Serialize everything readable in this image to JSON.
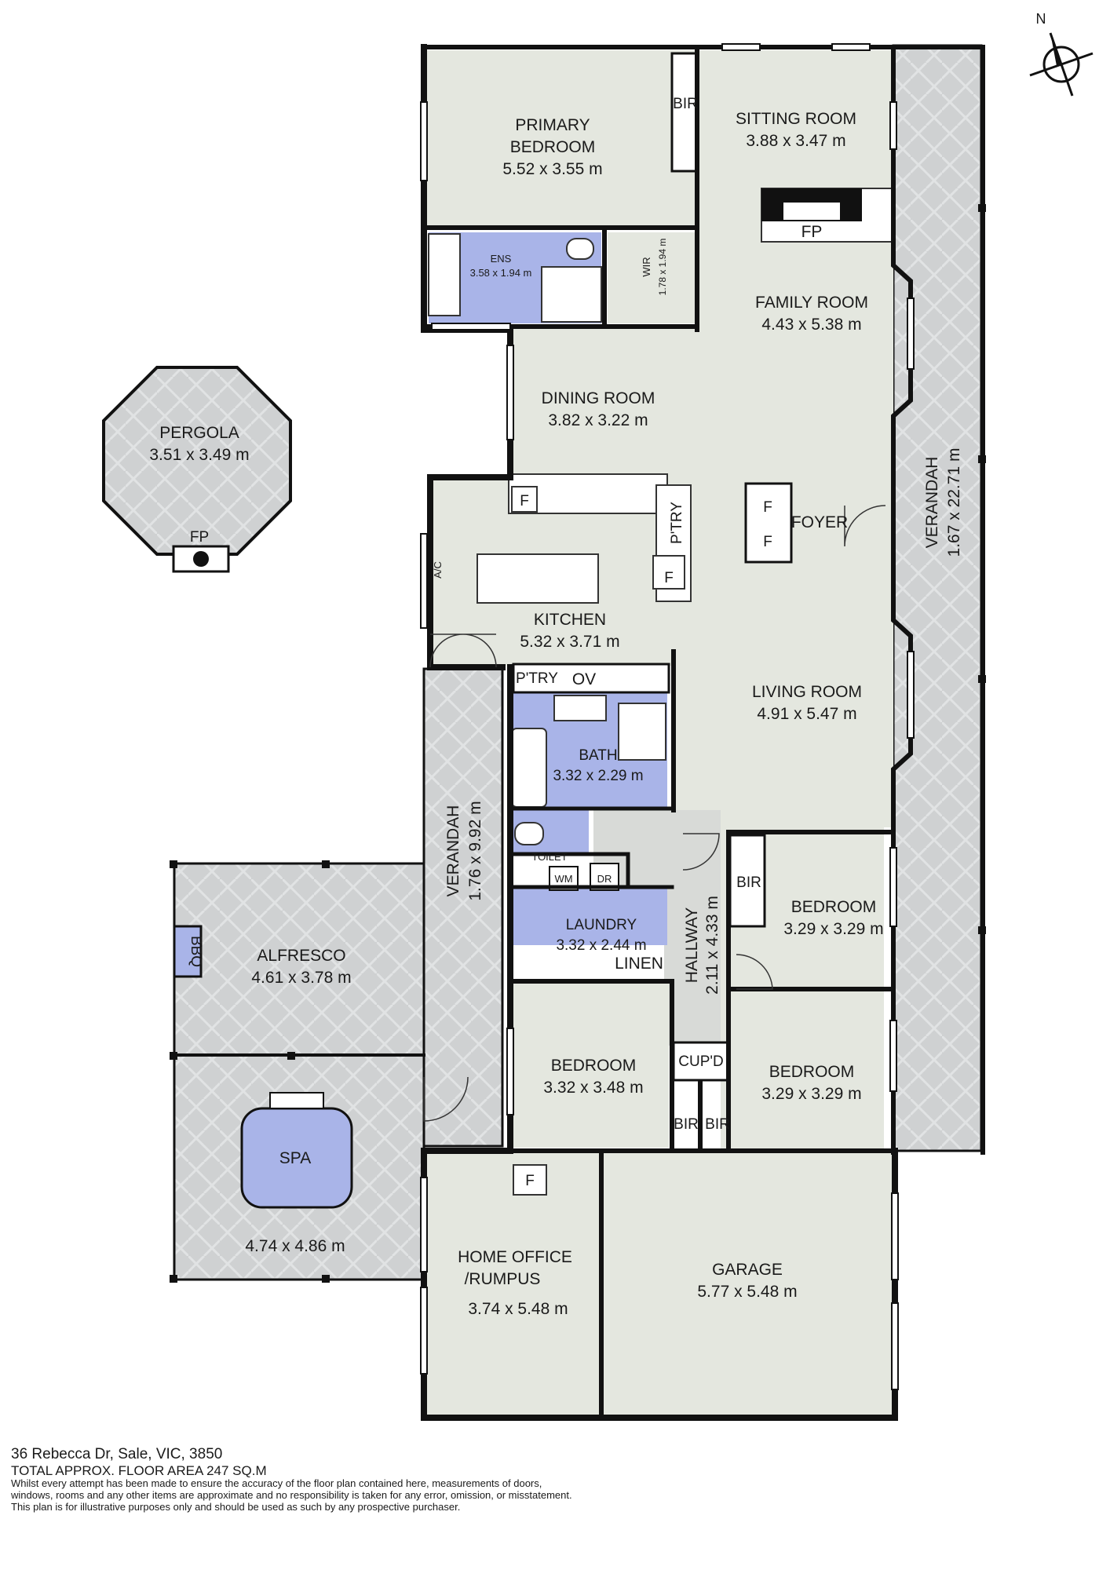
{
  "compass": {
    "north_label": "N"
  },
  "rooms": {
    "primary_bedroom": {
      "name_line1": "PRIMARY",
      "name_line2": "BEDROOM",
      "size": "5.52 x 3.55 m"
    },
    "primary_bir": {
      "name": "BIR"
    },
    "ensuite": {
      "name": "ENS",
      "size": "3.58 x 1.94 m"
    },
    "wir": {
      "name": "WIR",
      "size": "1.78 x 1.94 m"
    },
    "sitting_room": {
      "name": "SITTING ROOM",
      "size": "3.88 x 3.47 m"
    },
    "fireplace": {
      "name": "FP"
    },
    "family_room": {
      "name": "FAMILY ROOM",
      "size": "4.43 x 5.38 m"
    },
    "dining_room": {
      "name": "DINING ROOM",
      "size": "3.82 x 3.22 m"
    },
    "pergola": {
      "name": "PERGOLA",
      "size": "3.51 x 3.49 m"
    },
    "pergola_fp": {
      "name": "FP"
    },
    "kitchen": {
      "name": "KITCHEN",
      "size": "5.32 x 3.71 m"
    },
    "kitchen_pantry": {
      "name": "P'TRY"
    },
    "ac_unit": {
      "name": "A/C"
    },
    "foyer": {
      "name": "FOYER"
    },
    "verandah_east": {
      "name": "VERANDAH",
      "size": "1.67 x 22.71 m"
    },
    "pantry_row": {
      "pantry": "P'TRY",
      "oven": "OV"
    },
    "living_room": {
      "name": "LIVING ROOM",
      "size": "4.91 x 5.47 m"
    },
    "bath": {
      "name": "BATH",
      "size": "3.32 x 2.29 m"
    },
    "toilet": {
      "name": "TOILET"
    },
    "laundry": {
      "name": "LAUNDRY",
      "size": "3.32 x 2.44 m",
      "wm": "WM",
      "dr": "DR"
    },
    "linen": {
      "name": "LINEN"
    },
    "verandah_west": {
      "name": "VERANDAH",
      "size": "1.76 x 9.92 m"
    },
    "hallway": {
      "name": "HALLWAY",
      "size": "2.11 x 4.33 m"
    },
    "bedroom_ne": {
      "name": "BEDROOM",
      "size": "3.29 x 3.29 m",
      "bir": "BIR"
    },
    "bedroom_sw": {
      "name": "BEDROOM",
      "size": "3.32 x 3.48 m",
      "bir": "BIR"
    },
    "bedroom_se": {
      "name": "BEDROOM",
      "size": "3.29 x 3.29 m",
      "bir": "BIR"
    },
    "cupboard": {
      "name": "CUP'D"
    },
    "alfresco": {
      "name": "ALFRESCO",
      "size": "4.61 x 3.78 m",
      "bbq": "BBQ"
    },
    "spa": {
      "name": "SPA",
      "size": "4.74 x 4.86 m"
    },
    "home_office": {
      "name_line1": "HOME OFFICE",
      "name_line2": "/RUMPUS",
      "size": "3.74 x 5.48 m"
    },
    "garage": {
      "name": "GARAGE",
      "size": "5.77 x 5.48 m"
    },
    "fridge": {
      "label": "F"
    }
  },
  "footer": {
    "address": "36 Rebecca Dr, Sale, VIC, 3850",
    "total_area": "TOTAL APPROX. FLOOR AREA 247 SQ.M",
    "disclaimer_line1": "Whilst every attempt has been made to ensure the accuracy of the floor plan contained here, measurements of doors,",
    "disclaimer_line2": "windows, rooms and any other items are approximate and no responsibility is taken for any error, omission, or misstatement.",
    "disclaimer_line3": "This plan is for illustrative purposes only and should be used as such by any prospective purchaser."
  },
  "colors": {
    "floor": "#e4e7df",
    "outdoor": "#cfd1d2",
    "wet_area": "#a9b4e8",
    "wall": "#111111",
    "hallway": "#d8dad7"
  }
}
